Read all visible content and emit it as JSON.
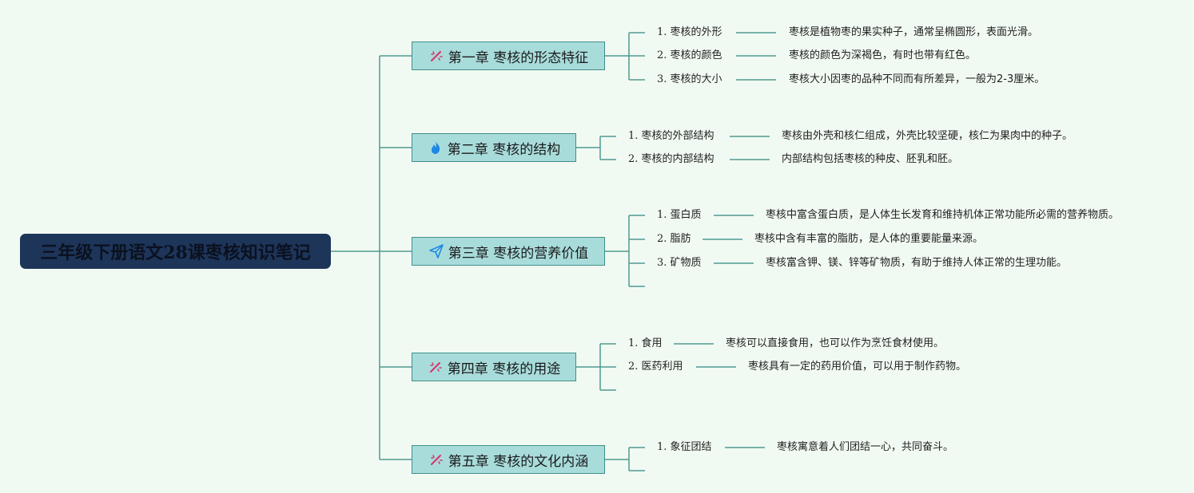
{
  "root": {
    "title": "三年级下册语文28课枣核知识笔记"
  },
  "chapters": [
    {
      "title": "第一章 枣核的形态特征",
      "icon": "wand-icon",
      "items": [
        {
          "label": "1. 枣核的外形",
          "desc": "枣核是植物枣的果实种子，通常呈椭圆形，表面光滑。"
        },
        {
          "label": "2. 枣核的颜色",
          "desc": "枣核的颜色为深褐色，有时也带有红色。"
        },
        {
          "label": "3. 枣核的大小",
          "desc": "枣核大小因枣的品种不同而有所差异，一般为2-3厘米。"
        }
      ]
    },
    {
      "title": "第二章 枣核的结构",
      "icon": "flame-icon",
      "items": [
        {
          "label": "1. 枣核的外部结构",
          "desc": "枣核由外壳和核仁组成，外壳比较坚硬，核仁为果肉中的种子。"
        },
        {
          "label": "2. 枣核的内部结构",
          "desc": "内部结构包括枣核的种皮、胚乳和胚。"
        }
      ]
    },
    {
      "title": "第三章 枣核的营养价值",
      "icon": "paper-plane-icon",
      "items": [
        {
          "label": "1. 蛋白质",
          "desc": "枣核中富含蛋白质，是人体生长发育和维持机体正常功能所必需的营养物质。"
        },
        {
          "label": "2. 脂肪",
          "desc": "枣核中含有丰富的脂肪，是人体的重要能量来源。"
        },
        {
          "label": "3. 矿物质",
          "desc": "枣核富含钾、镁、锌等矿物质，有助于维持人体正常的生理功能。"
        }
      ]
    },
    {
      "title": "第四章 枣核的用途",
      "icon": "wand-icon",
      "items": [
        {
          "label": "1. 食用",
          "desc": "枣核可以直接食用，也可以作为烹饪食材使用。"
        },
        {
          "label": "2. 医药利用",
          "desc": "枣核具有一定的药用价值，可以用于制作药物。"
        }
      ]
    },
    {
      "title": "第五章 枣核的文化内涵",
      "icon": "wand-icon",
      "items": [
        {
          "label": "1. 象征团结",
          "desc": "枣核寓意着人们团结一心，共同奋斗。"
        }
      ]
    }
  ],
  "colors": {
    "line": "#4f9a91",
    "chapter_bg": "#a8dcdb",
    "root_bg": "#1d3559"
  }
}
